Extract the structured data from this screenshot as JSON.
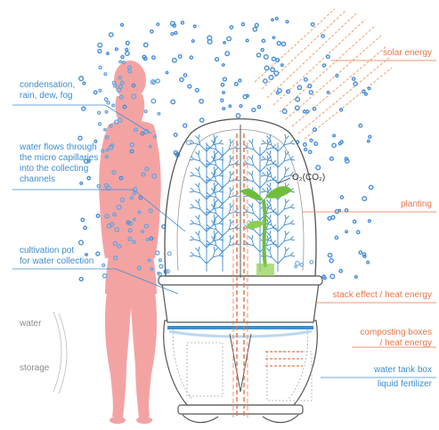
{
  "labels": {
    "condensation_1": "condensation,",
    "condensation_2": "rain, dew, fog",
    "water_flows_1": "water flows through",
    "water_flows_2": "the micro capillaries",
    "water_flows_3": "into the collecting",
    "water_flows_4": "channels",
    "cultivation_1": "cultivation pot",
    "cultivation_2": "for water collection",
    "water": "water",
    "storage": "storage",
    "solar": "solar energy",
    "o2co2": "O₂(CO₂)",
    "planting": "planting",
    "stack": "stack effect / heat energy",
    "composting_1": "composting boxes",
    "composting_2": "/ heat energy",
    "water_tank": "water tank box",
    "liquid": "liquid fertilizer"
  },
  "colors": {
    "water_blue": "#3d8ed0",
    "drop_blue": "#4a90d9",
    "energy_orange": "#e8784a",
    "silhouette_pink": "#f4a3a3",
    "plant_green": "#6fbe3a",
    "outline_grey": "#555555"
  }
}
